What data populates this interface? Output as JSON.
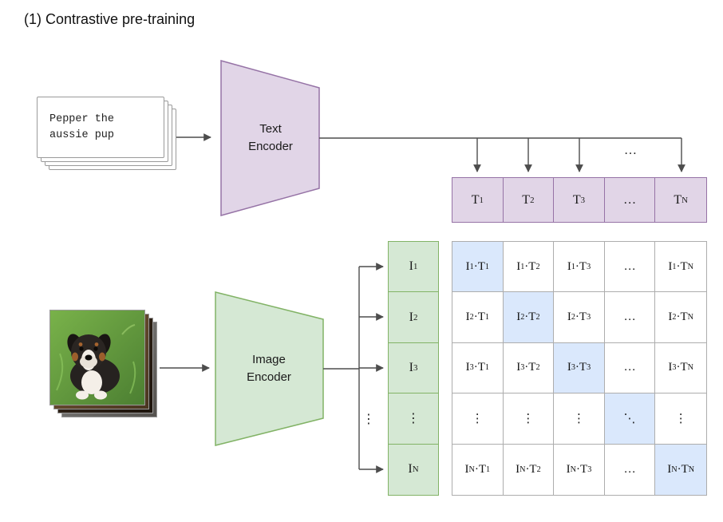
{
  "title": "(1) Contrastive pre-training",
  "colors": {
    "purple_fill": "#e1d5e7",
    "purple_border": "#9673a6",
    "green_fill": "#d5e8d4",
    "green_border": "#82b366",
    "blue_fill": "#dae8fc",
    "grid_border": "#adadad",
    "arrow": "#4d4d4d"
  },
  "text_cards": {
    "text": "Pepper the\naussie pup"
  },
  "text_encoder": {
    "label": "Text\nEncoder"
  },
  "image_encoder": {
    "label": "Image\nEncoder"
  },
  "text_embeddings": [
    "T_{1}",
    "T_{2}",
    "T_{3}",
    "…",
    "T_{N}"
  ],
  "image_embeddings": [
    "I_{1}",
    "I_{2}",
    "I_{3}",
    "⋮",
    "I_{N}"
  ],
  "dots": {
    "between_t_arrows": "…",
    "between_i_arrows": "⋮"
  },
  "matrix": {
    "rows": [
      [
        "I_{1}·T_{1}",
        "I_{1}·T_{2}",
        "I_{1}·T_{3}",
        "…",
        "I_{1}·T_{N}"
      ],
      [
        "I_{2}·T_{1}",
        "I_{2}·T_{2}",
        "I_{2}·T_{3}",
        "…",
        "I_{2}·T_{N}"
      ],
      [
        "I_{3}·T_{1}",
        "I_{3}·T_{2}",
        "I_{3}·T_{3}",
        "…",
        "I_{3}·T_{N}"
      ],
      [
        "⋮",
        "⋮",
        "⋮",
        "⋱",
        "⋮"
      ],
      [
        "I_{N}·T_{1}",
        "I_{N}·T_{2}",
        "I_{N}·T_{3}",
        "…",
        "I_{N}·T_{N}"
      ]
    ],
    "diagonal_highlighted": true
  }
}
